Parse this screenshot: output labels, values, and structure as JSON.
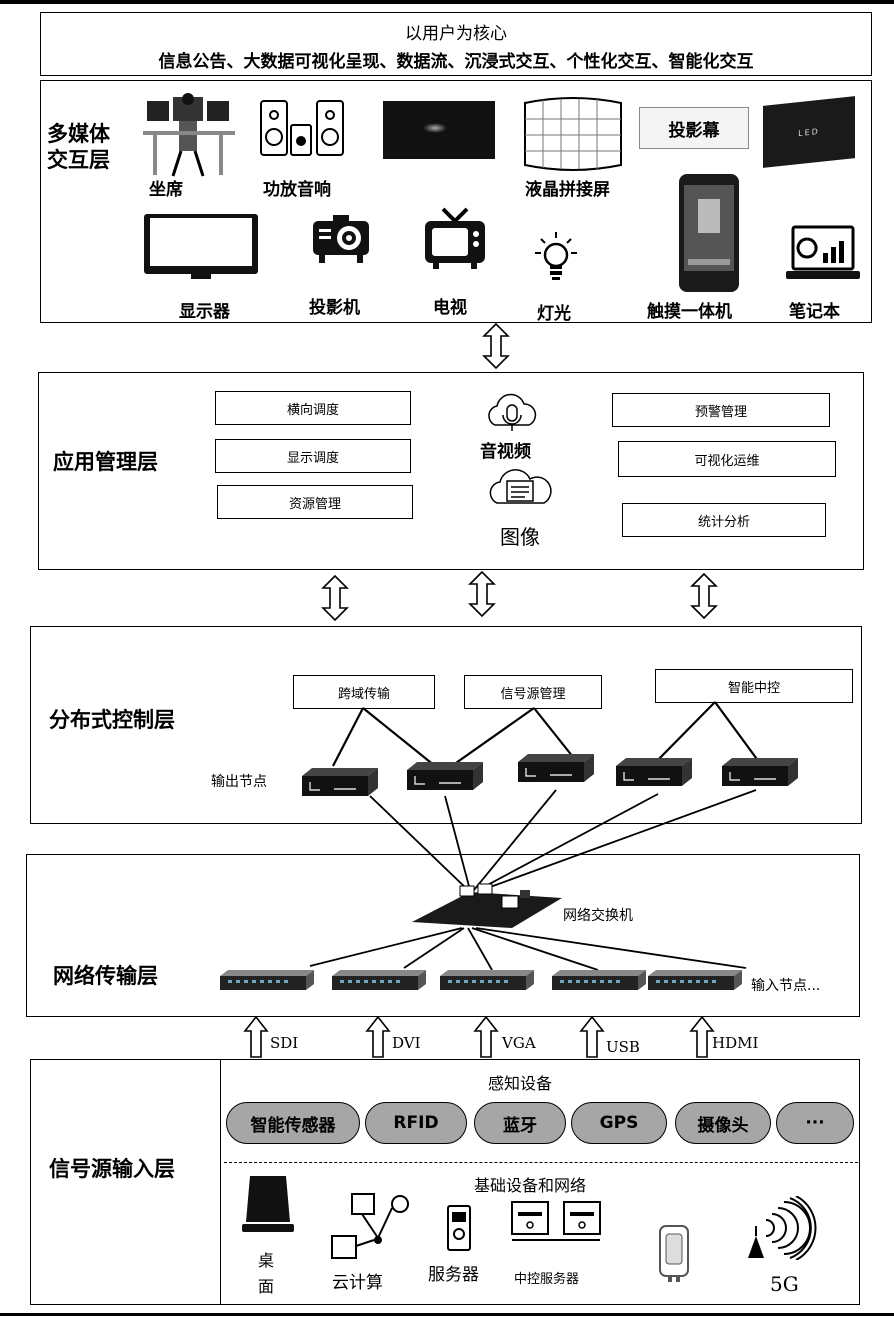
{
  "header": {
    "line1": "以用户为核心",
    "line2": "信息公告、大数据可视化呈现、数据流、沉浸式交互、个性化交互、智能化交互"
  },
  "multimedia": {
    "title": "多媒体\n交互层",
    "items": {
      "seat": "坐席",
      "speaker": "功放音响",
      "lcd_wall": "液晶拼接屏",
      "projection_screen": "投影幕",
      "led": "LED",
      "monitor": "显示器",
      "projector": "投影机",
      "tv": "电视",
      "light": "灯光",
      "touch": "触摸一体机",
      "laptop": "笔记本"
    }
  },
  "application": {
    "title": "应用管理层",
    "left_boxes": [
      "横向调度",
      "显示调度",
      "资源管理"
    ],
    "right_boxes": [
      "预警管理",
      "可视化运维",
      "统计分析"
    ],
    "av_label": "音视频",
    "image_label": "图像"
  },
  "distributed": {
    "title": "分布式控制层",
    "boxes": [
      "跨域传输",
      "信号源管理",
      "智能中控"
    ],
    "output_label": "输出节点"
  },
  "network": {
    "title": "网络传输层",
    "switch_label": "网络交换机",
    "input_label": "输入节点..."
  },
  "interfaces": [
    "SDI",
    "DVI",
    "VGA",
    "USB",
    "HDMI"
  ],
  "signal": {
    "title": "信号源输入层",
    "sensing_title": "感知设备",
    "sensing_items": [
      "智能传感器",
      "RFID",
      "蓝牙",
      "GPS",
      "摄像头",
      "···"
    ],
    "basic_title": "基础设备和网络",
    "basic_items": {
      "desktop": "桌\n面",
      "cloud": "云计算",
      "server": "服务器",
      "control_server": "中控服务器",
      "fiveg": "5G"
    }
  }
}
